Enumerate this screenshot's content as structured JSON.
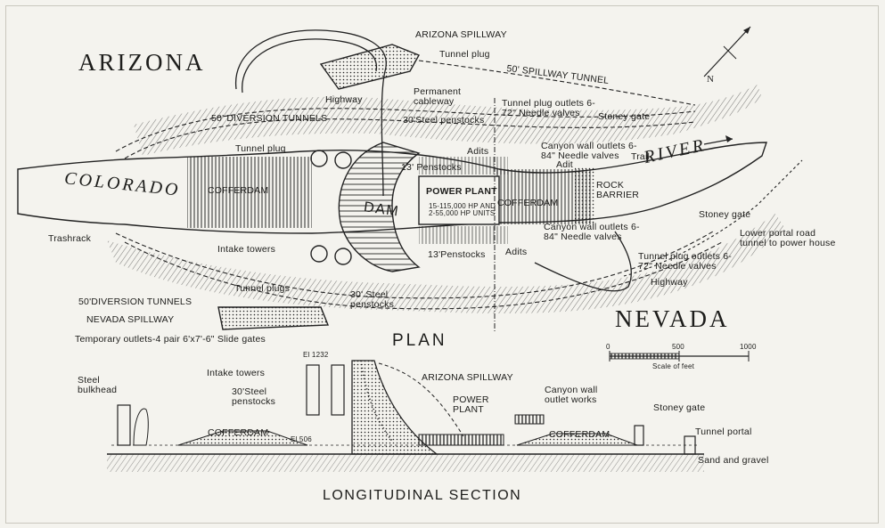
{
  "states": {
    "arizona": "ARIZONA",
    "nevada": "NEVADA"
  },
  "river": {
    "name_left": "COLORADO",
    "name_right": "RIVER"
  },
  "titles": {
    "plan": "PLAN",
    "section": "LONGITUDINAL SECTION"
  },
  "plan_labels": {
    "arizona_spillway": "ARIZONA SPILLWAY",
    "tunnel_plug_top": "Tunnel plug",
    "spillway_tunnel": "50' SPILLWAY TUNNEL",
    "highway_top": "Highway",
    "permanent_cableway": "Permanent cableway",
    "tunnel_plug_outlets_top": "Tunnel plug outlets 6-72\" Needle valves",
    "diversion_tunnels_top": "50' DIVERSION TUNNELS",
    "steel_penstocks_top": "30'Steel penstocks",
    "stoney_gate_top": "Stoney gate",
    "tunnel_plug_left": "Tunnel plug",
    "adits_top": "Adits",
    "canyon_wall_outlets_top": "Canyon wall outlets 6-84\" Needle valves",
    "adit": "Adit",
    "trail": "Trail",
    "penstocks_13_top": "13' Penstocks",
    "cofferdam_left": "COFFERDAM",
    "dam": "DAM",
    "power_plant": "POWER PLANT",
    "power_units": "15-115,000 HP AND 2-55,000 HP UNITS",
    "cofferdam_right": "COFFERDAM",
    "rock_barrier": "ROCK BARRIER",
    "trashrack": "Trashrack",
    "intake_towers": "Intake towers",
    "stoney_gate_right": "Stoney gate",
    "lower_portal_road": "Lower portal road tunnel to power house",
    "penstocks_13_bottom": "13'Penstocks",
    "adits_bottom": "Adits",
    "canyon_wall_outlets_bottom": "Canyon wall outlets 6-84\" Needle valves",
    "tunnel_plug_outlets_bottom": "Tunnel plug outlets 6-72\" Needle valves",
    "diversion_tunnels_bottom": "50'DIVERSION TUNNELS",
    "tunnel_plugs": "Tunnel plugs",
    "steel_penstocks_bottom": "30' Steel penstocks",
    "highway_bottom": "Highway",
    "nevada_spillway": "NEVADA SPILLWAY",
    "temporary_outlets": "Temporary outlets-4 pair 6'x7'-6\" Slide gates"
  },
  "scale": {
    "ticks": [
      "0",
      "500",
      "1000"
    ],
    "label": "Scale of feet"
  },
  "section_labels": {
    "steel_bulkhead": "Steel bulkhead",
    "intake_towers": "Intake towers",
    "el_1232": "El 1232",
    "arizona_spillway": "ARIZONA SPILLWAY",
    "steel_penstocks": "30'Steel penstocks",
    "power_plant": "POWER PLANT",
    "canyon_wall_outlet_works": "Canyon wall outlet works",
    "stoney_gate": "Stoney gate",
    "cofferdam_left": "COFFERDAM",
    "el_506": "El 506",
    "cofferdam_right": "COFFERDAM",
    "tunnel_portal": "Tunnel portal",
    "sand_and_gravel": "Sand and gravel"
  }
}
